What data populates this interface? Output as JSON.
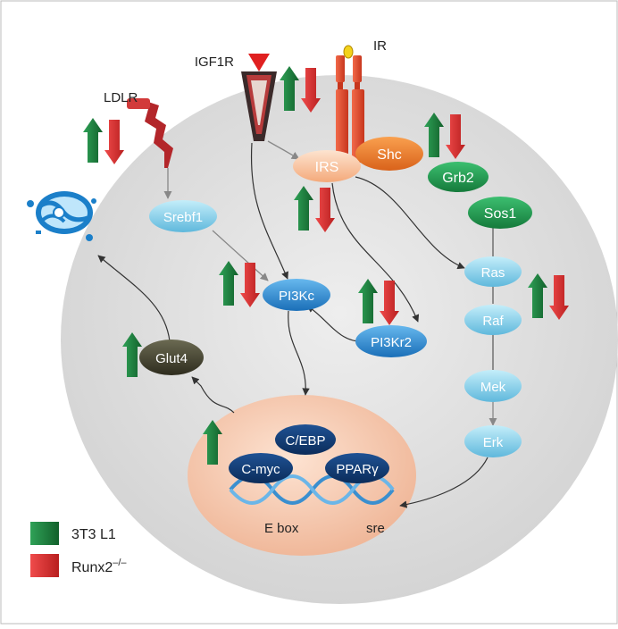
{
  "receptors": {
    "igf1r": "IGF1R",
    "ir": "IR",
    "ldlr": "LDLR"
  },
  "nodes": {
    "irs": "IRS",
    "shc": "Shc",
    "grb2": "Grb2",
    "sos1": "Sos1",
    "srebf1": "Srebf1",
    "pi3kc": "PI3Kc",
    "pi3kr2": "PI3Kr2",
    "ras": "Ras",
    "raf": "Raf",
    "mek": "Mek",
    "erk": "Erk",
    "glut4": "Glut4"
  },
  "nucleus": {
    "cebp": "C/EBP",
    "cmyc": "C-myc",
    "pparg": "PPARγ",
    "ebox": "E box",
    "sre": "sre"
  },
  "legend": [
    {
      "label": "3T3 L1",
      "color": "#1e7b3a"
    },
    {
      "label": "Runx2",
      "superscript": "–/–",
      "color": "#d42a2a"
    }
  ],
  "colors": {
    "up": "#1e7b3a",
    "down": "#d42a2a",
    "cell": "#e2e2e2",
    "node_light": "#8fd3ea",
    "node_blue": "#2d8fd6",
    "node_green": "#1f8f4a",
    "node_orange": "#ee7d2a",
    "nucleus": "#f6c7a8",
    "dark_node": "#0f3a73"
  }
}
